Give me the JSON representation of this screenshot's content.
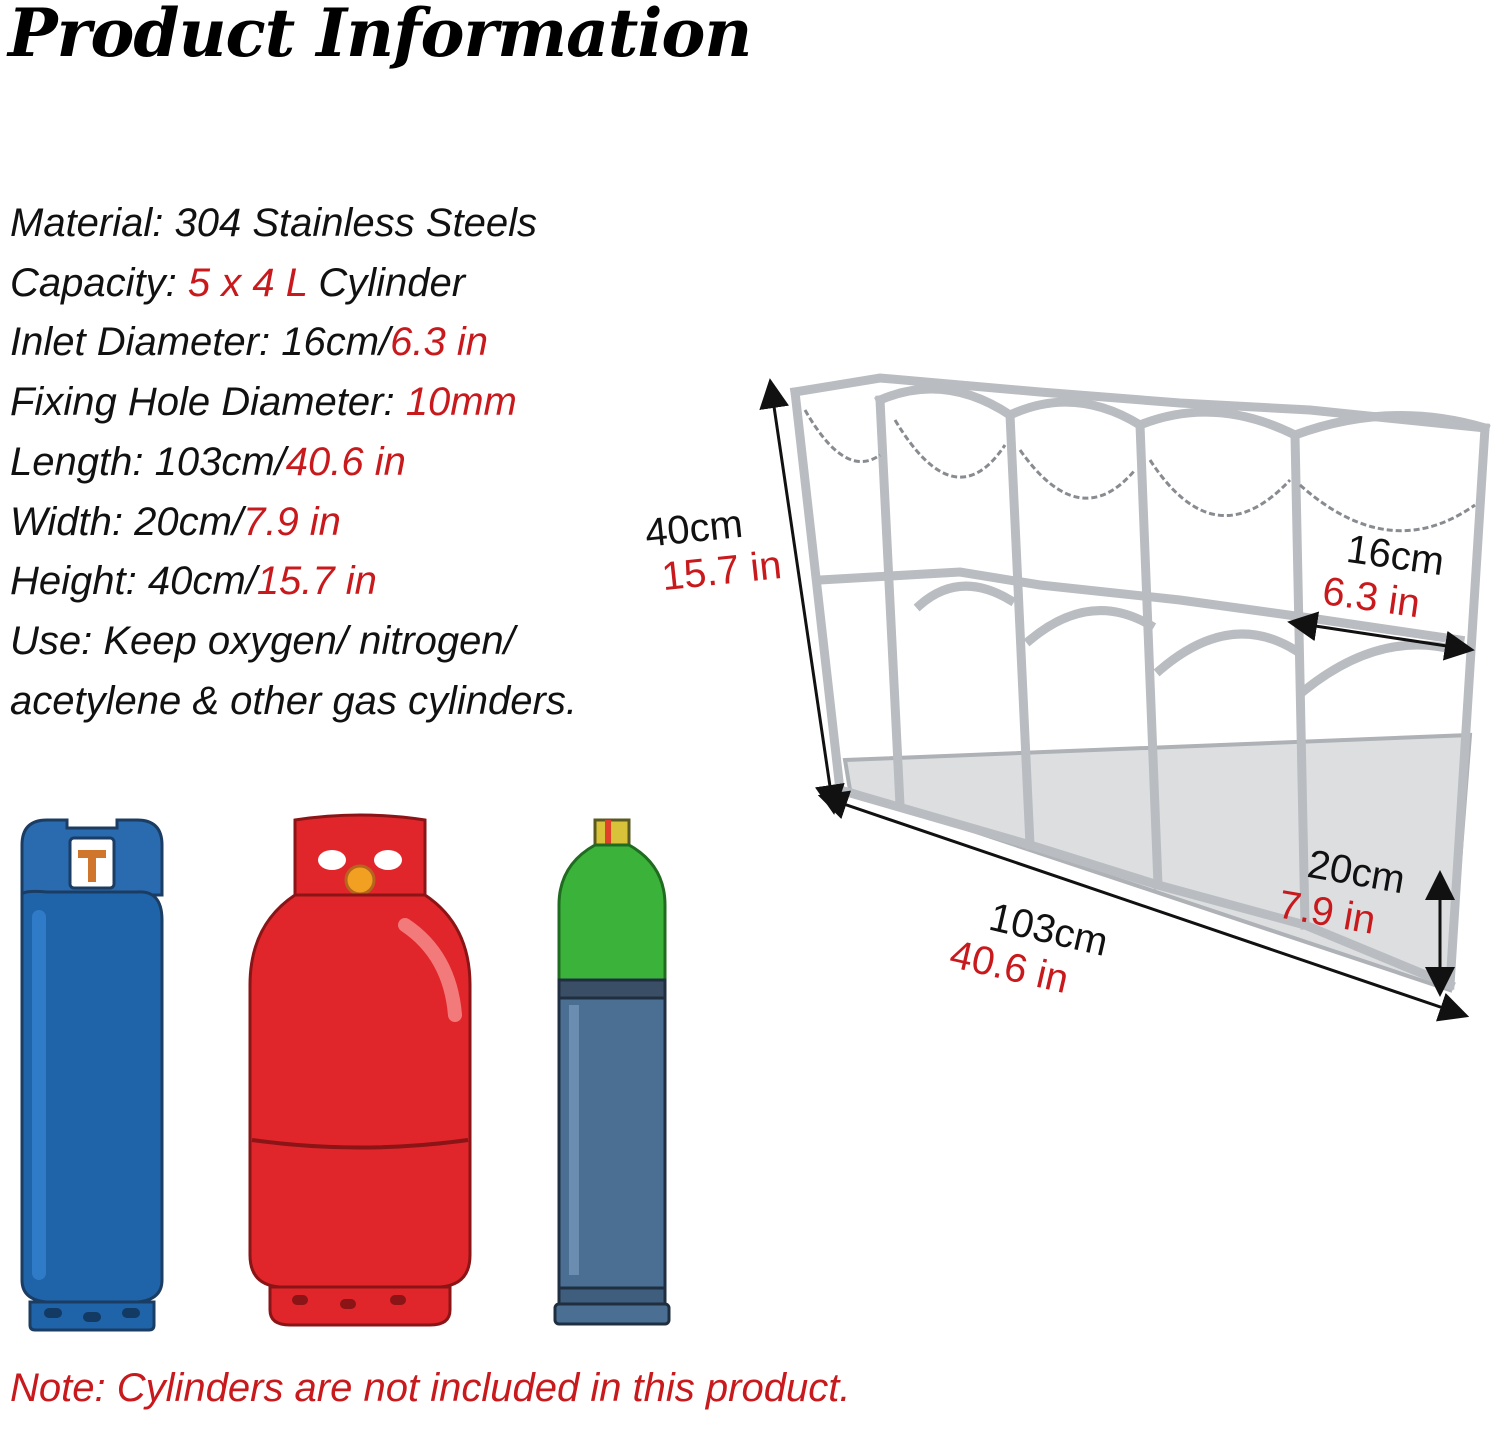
{
  "title": "Product Information",
  "specs": {
    "material": {
      "label": "Material:",
      "value": "304 Stainless Steels"
    },
    "capacity": {
      "label": "Capacity:",
      "value": "5 x 4 L",
      "suffix": "Cylinder"
    },
    "inlet_diameter": {
      "label": "Inlet Diameter:",
      "metric": "16cm/",
      "imperial": "6.3 in"
    },
    "fixing_hole": {
      "label": "Fixing Hole Diameter:",
      "value": "10mm"
    },
    "length": {
      "label": "Length:",
      "metric": "103cm/",
      "imperial": "40.6 in"
    },
    "width": {
      "label": "Width:",
      "metric": "20cm/",
      "imperial": "7.9 in"
    },
    "height": {
      "label": "Height:",
      "metric": "40cm/",
      "imperial": "15.7 in"
    },
    "use": {
      "label": "Use:",
      "line1": "Keep oxygen/ nitrogen/",
      "line2": "acetylene & other gas cylinders."
    }
  },
  "dimensions": {
    "height": {
      "metric": "40cm",
      "imperial": "15.7 in"
    },
    "inlet": {
      "metric": "16cm",
      "imperial": "6.3 in"
    },
    "width": {
      "metric": "20cm",
      "imperial": "7.9 in"
    },
    "length": {
      "metric": "103cm",
      "imperial": "40.6 in"
    }
  },
  "note": "Note: Cylinders are not included in this product.",
  "colors": {
    "accent_red": "#c8191c",
    "blue_cylinder": "#1f63a8",
    "red_cylinder": "#e0262a",
    "green_cylinder": "#3bb33b",
    "steel_cylinder": "#4a6f93",
    "steel_frame": "#b9bcc0"
  },
  "illustrations": [
    "blue-gas-cylinder-icon",
    "red-gas-cylinder-icon",
    "green-gas-cylinder-icon",
    "stainless-steel-cylinder-rack"
  ]
}
